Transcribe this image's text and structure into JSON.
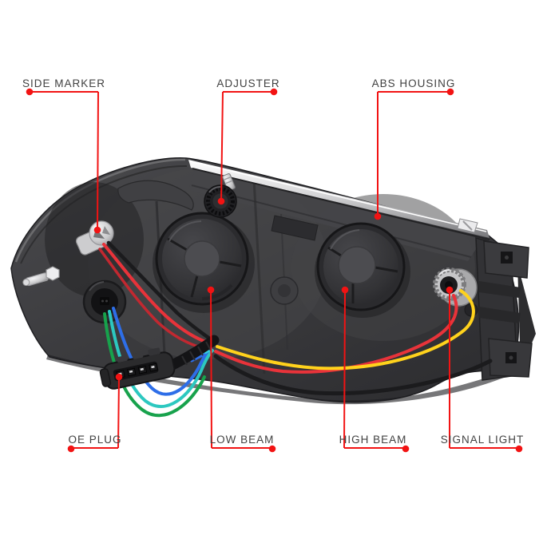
{
  "figure": {
    "kind": "labeled-parts-diagram",
    "subject": "headlight assembly rear view",
    "background_color": "#ffffff"
  },
  "annotation": {
    "line_color": "#f21313",
    "dot_color": "#f21313",
    "label_color": "#414141"
  },
  "callouts": {
    "side_marker": {
      "label": "SIDE MARKER",
      "position": "top-left"
    },
    "adjuster": {
      "label": "ADJUSTER",
      "position": "top-center"
    },
    "abs_housing": {
      "label": "ABS HOUSING",
      "position": "top-right"
    },
    "oe_plug": {
      "label": "OE PLUG",
      "position": "bottom-left"
    },
    "low_beam": {
      "label": "LOW BEAM",
      "position": "bottom-center-left"
    },
    "high_beam": {
      "label": "HIGH BEAM",
      "position": "bottom-center-right"
    },
    "signal_light": {
      "label": "SIGNAL LIGHT",
      "position": "bottom-right"
    }
  },
  "artwork_colors": {
    "housing_base": "#3a3a3d",
    "cap_face": "#353538",
    "chrome": "#e9e9eb",
    "wire_red": "#e8333a",
    "wire_black": "#1b1b1d",
    "wire_yellow": "#ffd21c",
    "wire_green": "#17a24c",
    "wire_teal": "#2cc8c0",
    "wire_blue": "#2e6ee8",
    "wire_cyan": "#35cfe2"
  }
}
